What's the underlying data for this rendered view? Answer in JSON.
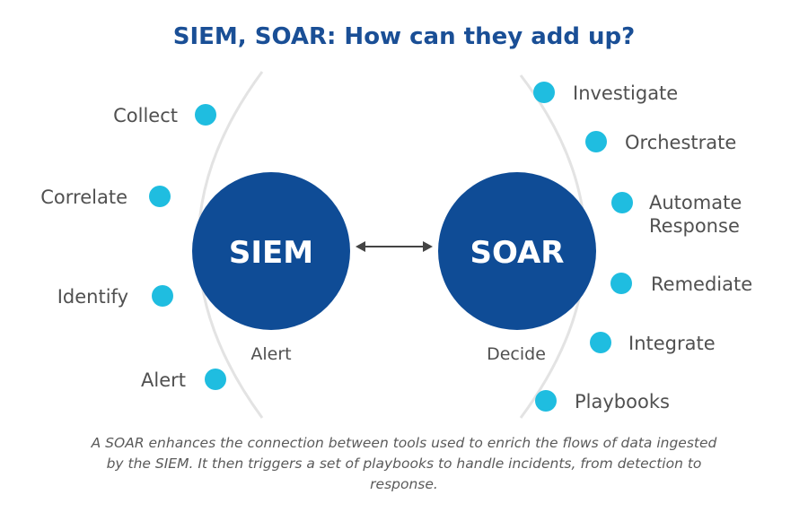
{
  "title": "SIEM, SOAR: How can they add up?",
  "siem": {
    "label": "SIEM",
    "sub": "Alert",
    "steps": [
      "Collect",
      "Correlate",
      "Identify",
      "Alert"
    ]
  },
  "soar": {
    "label": "SOAR",
    "sub": "Decide",
    "steps": [
      "Investigate",
      "Orchestrate",
      "Automate",
      "Response",
      "Remediate",
      "Integrate",
      "Playbooks"
    ]
  },
  "caption": "A SOAR enhances the connection between tools used to enrich the flows of data ingested by the SIEM. It then triggers a set of playbooks to handle incidents, from detection to response.",
  "colors": {
    "primary": "#0f4c96",
    "dot": "#1fbde0",
    "arc": "#e3e3e3"
  }
}
